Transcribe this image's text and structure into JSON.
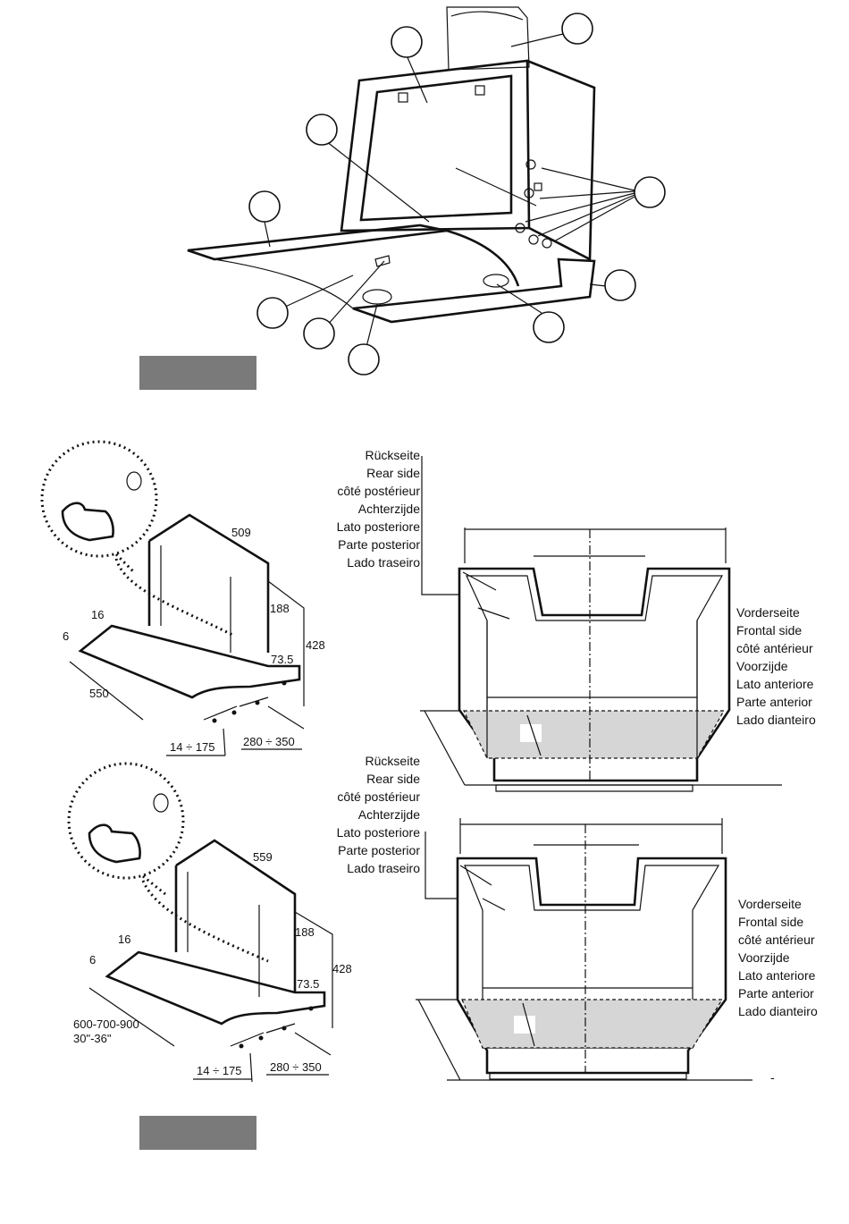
{
  "figure_top": {
    "callouts": [
      "",
      "",
      "",
      "",
      "",
      "",
      "",
      "",
      ""
    ]
  },
  "dimensions_a": {
    "width_depth": "509",
    "side_depth": "188",
    "height": "428",
    "ledge": "16",
    "edge": "6",
    "front_step": "73.5",
    "width": "550",
    "range_a": "14 ÷ 175",
    "range_b": "280 ÷ 350"
  },
  "dimensions_b": {
    "width_depth": "559",
    "side_depth": "188",
    "height": "428",
    "ledge": "16",
    "edge": "6",
    "front_step": "73.5",
    "width_line1": "600-700-900",
    "width_line2": "30\"-36\"",
    "range_a": "14 ÷ 175",
    "range_b": "280 ÷ 350"
  },
  "rear_side_labels": [
    "Rückseite",
    "Rear side",
    "côté postérieur",
    "Achterzijde",
    "Lato posteriore",
    "Parte posterior",
    "Lado traseiro"
  ],
  "front_side_labels": [
    "Vorderseite",
    "Frontal side",
    "côté antérieur",
    "Voorzijde",
    "Lato anteriore",
    "Parte anterior",
    "Lado dianteiro"
  ],
  "stray_mark": "-"
}
